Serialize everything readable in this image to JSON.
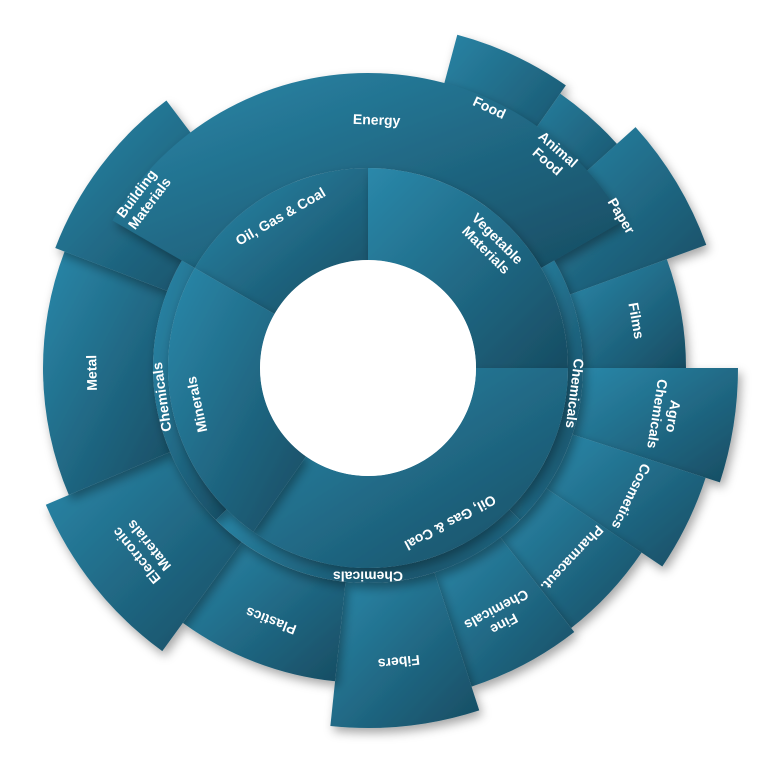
{
  "colors": {
    "light": "#2a88aa",
    "dark": "#174c62",
    "background": "#ffffff"
  },
  "inner_ring": [
    {
      "id": "oil-gas-coal-top",
      "text": [
        "Oil, Gas & Coal"
      ]
    },
    {
      "id": "vegetable-materials",
      "text": [
        "Vegetable",
        "Materials"
      ]
    },
    {
      "id": "oil-gas-coal-bottom",
      "text": [
        "Oil, Gas & Coal"
      ]
    },
    {
      "id": "minerals",
      "text": [
        "Minerals"
      ]
    }
  ],
  "middle_ring": [
    {
      "id": "energy",
      "text": [
        "Energy"
      ]
    },
    {
      "id": "chemicals-right",
      "text": [
        "Chemicals"
      ]
    },
    {
      "id": "chemicals-bottom",
      "text": [
        "Chemicals"
      ]
    },
    {
      "id": "chemicals-left",
      "text": [
        "Chemicals"
      ]
    }
  ],
  "outer_ring": [
    {
      "id": "food",
      "text": [
        "Food"
      ]
    },
    {
      "id": "animal-food",
      "text": [
        "Animal",
        "Food"
      ]
    },
    {
      "id": "paper",
      "text": [
        "Paper"
      ]
    },
    {
      "id": "films",
      "text": [
        "Films"
      ]
    },
    {
      "id": "agro-chemicals",
      "text": [
        "Agro",
        "Chemicals"
      ]
    },
    {
      "id": "cosmetics",
      "text": [
        "Cosmetics"
      ]
    },
    {
      "id": "pharmaceut",
      "text": [
        "Pharmaceut."
      ]
    },
    {
      "id": "fine-chemicals",
      "text": [
        "Fine",
        "Chemicals"
      ]
    },
    {
      "id": "fibers",
      "text": [
        "Fibers"
      ]
    },
    {
      "id": "plastics",
      "text": [
        "Plastics"
      ]
    },
    {
      "id": "electronic-materials",
      "text": [
        "Electronic",
        "Materials"
      ]
    },
    {
      "id": "metal",
      "text": [
        "Metal"
      ]
    },
    {
      "id": "building-materials",
      "text": [
        "Building",
        "Materials"
      ]
    }
  ]
}
